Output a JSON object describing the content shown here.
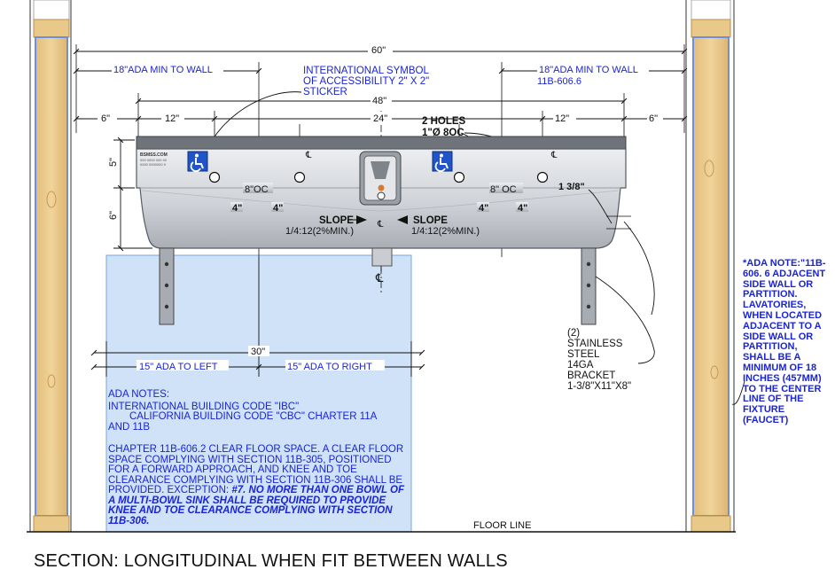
{
  "dimensions": {
    "overall": "60\"",
    "ada_left": "18\"ADA MIN TO WALL",
    "ada_right": "18\"ADA MIN TO WALL",
    "ada_right_code": "11B-606.6",
    "inner": "48\"",
    "left_edge": "6\"",
    "right_edge": "6\"",
    "left_12": "12\"",
    "center_24": "24\"",
    "right_12": "12\"",
    "holes_title": "2 HOLES",
    "holes_sub": "1\"Ø 8OC",
    "height_5": "5\"",
    "height_6": "6\"",
    "oc_left": "8\"OC",
    "oc_right": "8\" OC",
    "four_a": "4\"",
    "four_b": "4\"",
    "four_c": "4\"",
    "four_d": "4\"",
    "rim": "1 3/8\"",
    "clear_30": "30\"",
    "ada_to_left": "15\" ADA TO LEFT",
    "ada_to_right": "15\" ADA TO RIGHT"
  },
  "sticker_note": {
    "line1": "INTERNATIONAL SYMBOL",
    "line2": "OF ACCESSIBILITY 2\" X 2\"",
    "line3": "STICKER"
  },
  "slope_left": {
    "title": "SLOPE",
    "value": "1/4:12(2%MIN.)"
  },
  "slope_right": {
    "title": "SLOPE",
    "value": "1/4:12(2%MIN.)"
  },
  "brand_label": {
    "line1": "BSMSS.COM",
    "line2": "000 0000 000 00",
    "line3": "0000 0000000 0"
  },
  "centerline": "℄",
  "bracket": {
    "line1": "(2)",
    "line2": "STAINLESS",
    "line3": "STEEL",
    "line4": "14GA",
    "line5": "BRACKET",
    "line6": "1-3/8\"X11\"X8\""
  },
  "side_note": "*ADA NOTE:\"11B-606. 6 ADJACENT SIDE WALL OR PARTITION. LAVATORIES, WHEN LOCATED ADJACENT TO A SIDE WALL OR PARTITION, SHALL BE A MINIMUM OF 18 INCHES (457MM) TO THE CENTER LINE OF THE FIXTURE (FAUCET)",
  "ada_notes": {
    "title": "ADA NOTES:",
    "ibc": "INTERNATIONAL BUILDING CODE \"IBC\"",
    "cbc_line1": "CALIFORNIA BUILDING CODE \"CBC\" CHARTER 11A",
    "cbc_line2": "AND 11B",
    "chapter": "CHAPTER 11B-606.2 CLEAR FLOOR SPACE. A CLEAR FLOOR SPACE COMPLYING WITH SECTION 11B-305, POSITIONED FOR A FORWARD APPROACH, AND KNEE AND TOE CLEARANCE COMPLYING WITH SECTION 11B-306 SHALL BE PROVIDED. EXCEPTION:",
    "exception": "#7. NO MORE THAN ONE BOWL OF A MULTI-BOWL SINK SHALL BE REQUIRED TO PROVIDE KNEE AND TOE CLEARANCE COMPLYING WITH SECTION 11B-306."
  },
  "floor_line": "FLOOR LINE",
  "caption": "SECTION: LONGITUDINAL WHEN FIT BETWEEN WALLS",
  "colors": {
    "wood": "#e8c98a",
    "stud_blue": "#5577dd",
    "clear_floor": "#cfe2f7",
    "steel": "#d4d6da",
    "annotation": "#1a24d6"
  }
}
